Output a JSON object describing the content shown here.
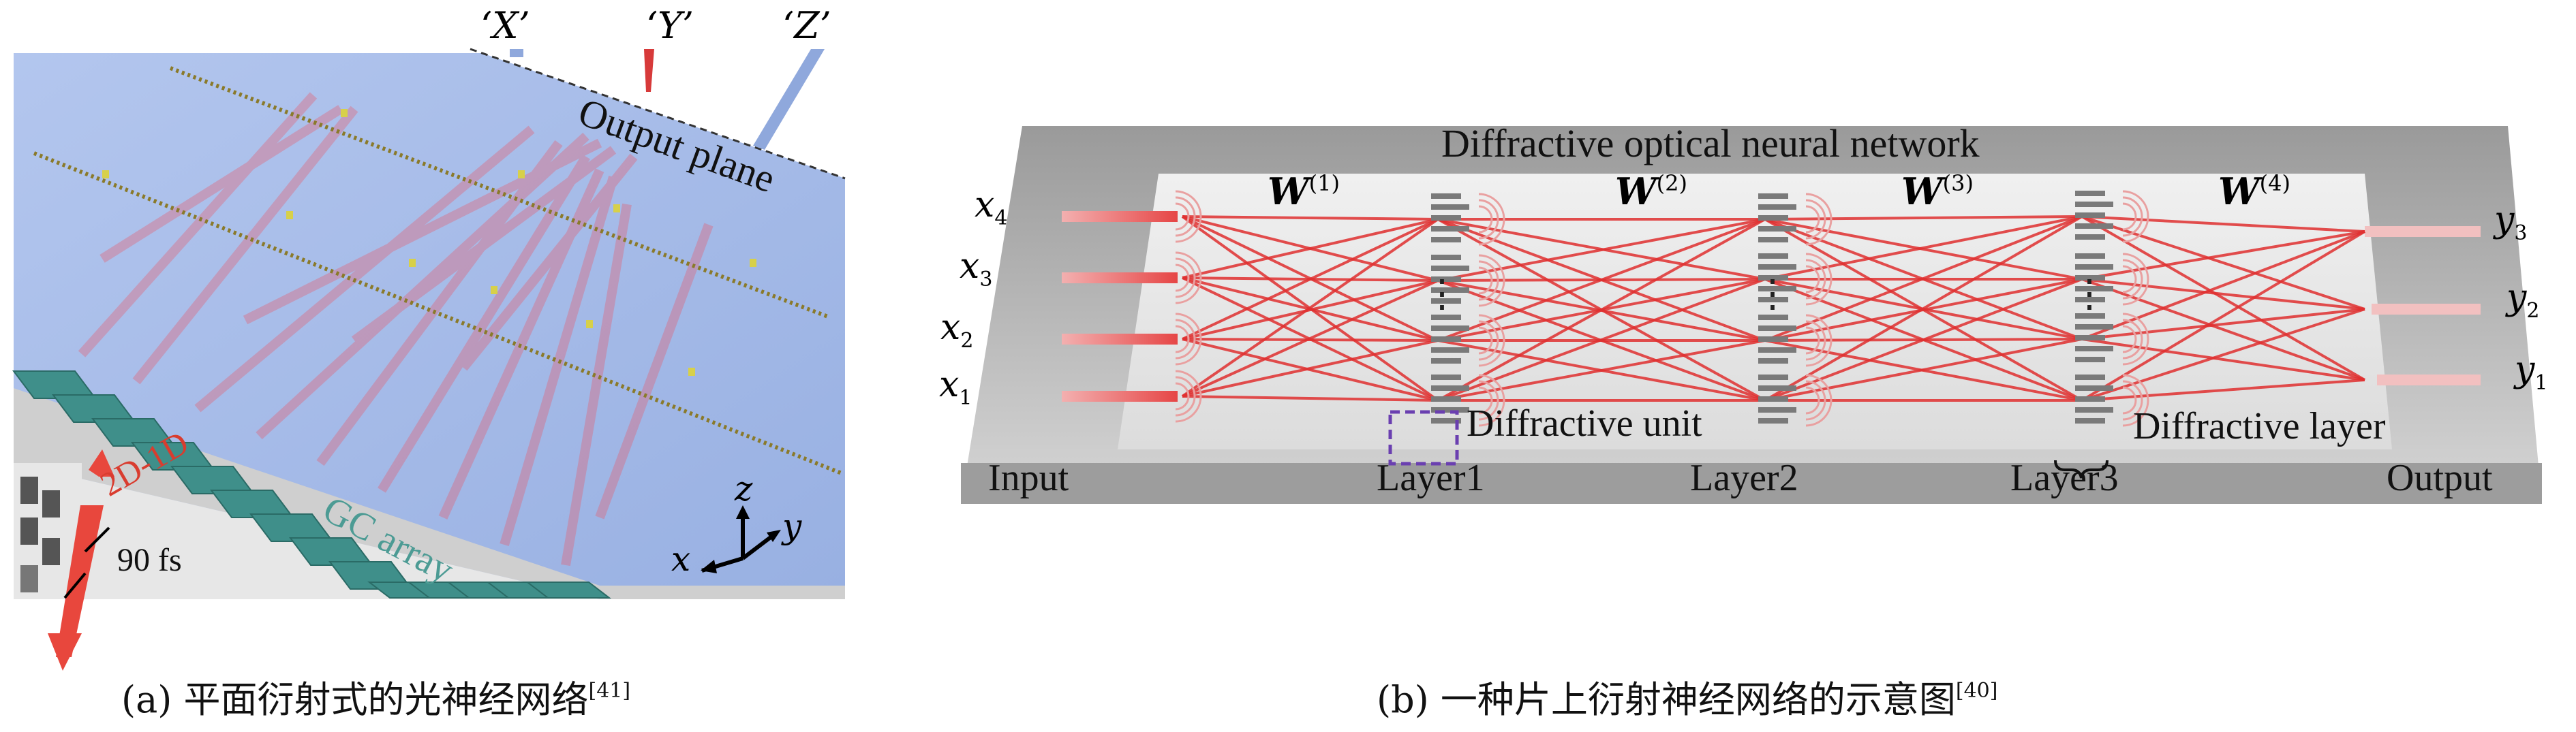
{
  "panel_a": {
    "axis_labels": {
      "X": "‘X’",
      "Y": "‘Y’",
      "Z": "‘Z’"
    },
    "output_plane_label": "Output plane",
    "gc_array_label": "GC array",
    "pulse_label": "2D-1D",
    "pulse_duration": "90 fs",
    "coords": {
      "x": "x",
      "y": "y",
      "z": "z"
    },
    "caption": {
      "prefix": "(a) 平面衍射式的光神经网络",
      "ref": "[41]"
    }
  },
  "panel_b": {
    "title": "Diffractive optical neural network",
    "inputs": [
      {
        "base": "x",
        "sub": "4"
      },
      {
        "base": "x",
        "sub": "3"
      },
      {
        "base": "x",
        "sub": "2"
      },
      {
        "base": "x",
        "sub": "1"
      }
    ],
    "outputs": [
      {
        "base": "y",
        "sub": "3"
      },
      {
        "base": "y",
        "sub": "2"
      },
      {
        "base": "y",
        "sub": "1"
      }
    ],
    "weights": [
      {
        "base": "W",
        "sup": "(1)"
      },
      {
        "base": "W",
        "sup": "(2)"
      },
      {
        "base": "W",
        "sup": "(3)"
      },
      {
        "base": "W",
        "sup": "(4)"
      }
    ],
    "layer_labels": [
      "Input",
      "Layer1",
      "Layer2",
      "Layer3",
      "Output"
    ],
    "diffractive_unit_label": "Diffractive unit",
    "diffractive_layer_label": "Diffractive layer",
    "ellipsis": "⋮",
    "caption": {
      "prefix": "(b) 一种片上衍射神经网络的示意图",
      "ref": "[40]"
    }
  },
  "colors": {
    "beam_red": "#e03030",
    "plane_blue": "#a9bde8",
    "gc_teal": "#3f8f8a",
    "chip_dark": "#8a8a8a",
    "chip_light": "#e8e8e8",
    "unit_box": "#6a3fb0"
  }
}
